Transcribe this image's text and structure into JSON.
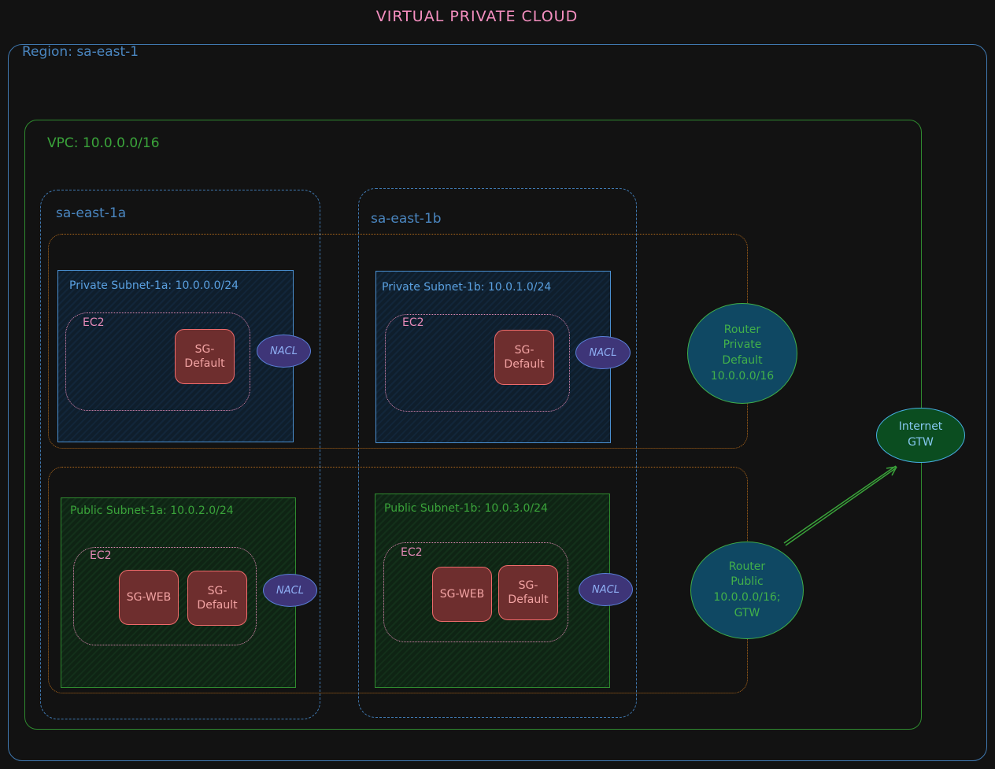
{
  "title": "VIRTUAL PRIVATE CLOUD",
  "region": {
    "label": "Region: sa-east-1"
  },
  "vpc": {
    "label": "VPC: 10.0.0.0/16"
  },
  "availability_zones": [
    {
      "label": "sa-east-1a"
    },
    {
      "label": "sa-east-1b"
    }
  ],
  "subnets": {
    "private_1a": {
      "label": "Private Subnet-1a: 10.0.0.0/24",
      "ec2_label": "EC2",
      "security_groups": [
        "SG-\nDefault"
      ],
      "nacl": "NACL"
    },
    "private_1b": {
      "label": "Private Subnet-1b: 10.0.1.0/24",
      "ec2_label": "EC2",
      "security_groups": [
        "SG-\nDefault"
      ],
      "nacl": "NACL"
    },
    "public_1a": {
      "label": "Public Subnet-1a: 10.0.2.0/24",
      "ec2_label": "EC2",
      "security_groups": [
        "SG-WEB",
        "SG-\nDefault"
      ],
      "nacl": "NACL"
    },
    "public_1b": {
      "label": "Public Subnet-1b: 10.0.3.0/24",
      "ec2_label": "EC2",
      "security_groups": [
        "SG-WEB",
        "SG-\nDefault"
      ],
      "nacl": "NACL"
    }
  },
  "routers": {
    "private": "Router\nPrivate\nDefault\n10.0.0.0/16",
    "public": "Router\nPublic\n10.0.0.0/16;\nGTW"
  },
  "internet_gateway": "Internet\nGTW",
  "colors": {
    "background": "#121212",
    "region": "#3f78b0",
    "vpc": "#2f8a2f",
    "private_tier": "#b0681a",
    "security_group": "#ef6b6b",
    "nacl": "#3e3578",
    "router": "#0f4863",
    "internet_gateway": "#0b4d20"
  }
}
